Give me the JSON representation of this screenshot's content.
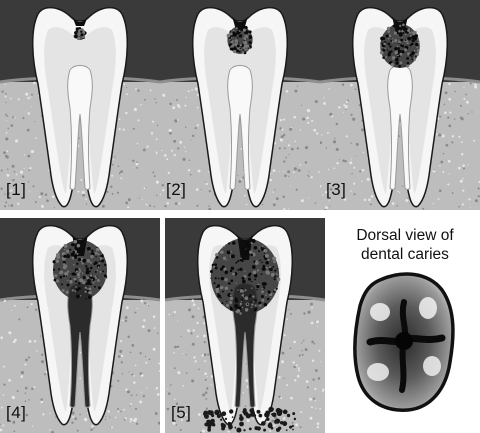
{
  "stages": [
    {
      "label": "[1]",
      "severity": 1
    },
    {
      "label": "[2]",
      "severity": 2
    },
    {
      "label": "[3]",
      "severity": 3
    },
    {
      "label": "[4]",
      "severity": 4
    },
    {
      "label": "[5]",
      "severity": 5
    }
  ],
  "caption": {
    "line1": "Dorsal view of",
    "line2": "dental caries"
  }
}
